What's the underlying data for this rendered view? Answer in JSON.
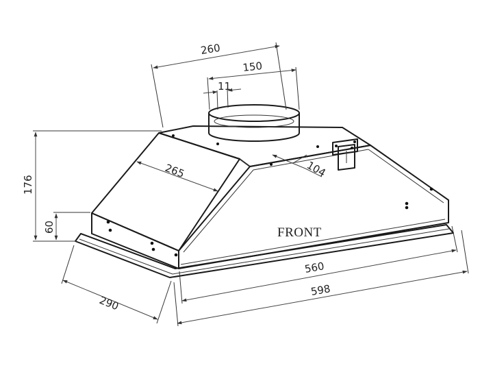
{
  "dimensions": {
    "overall_width": "598",
    "inner_width": "560",
    "depth": "290",
    "height": "176",
    "base_height": "60",
    "top_width": "260",
    "duct_diameter": "150",
    "duct_collar": "11",
    "top_depth": "265",
    "slope_length": "104"
  },
  "labels": {
    "front": "FRONT"
  }
}
